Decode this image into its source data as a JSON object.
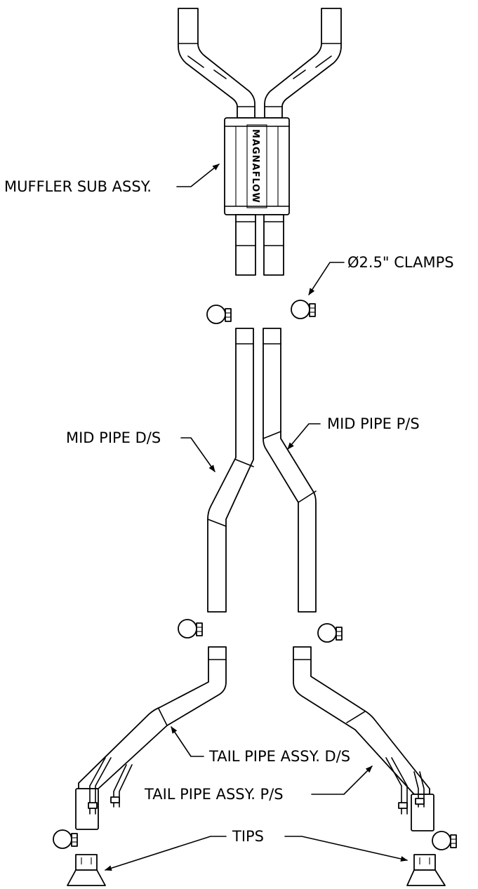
{
  "labels": {
    "muffler": "MUFFLER SUB ASSY.",
    "clamps": "Ø2.5\" CLAMPS",
    "mid_ds": "MID PIPE D/S",
    "mid_ps": "MID PIPE P/S",
    "tail_ds": "TAIL PIPE ASSY. D/S",
    "tail_ps": "TAIL PIPE ASSY. P/S",
    "tips": "TIPS"
  },
  "muffler_brand": "MAGNAFLOW"
}
